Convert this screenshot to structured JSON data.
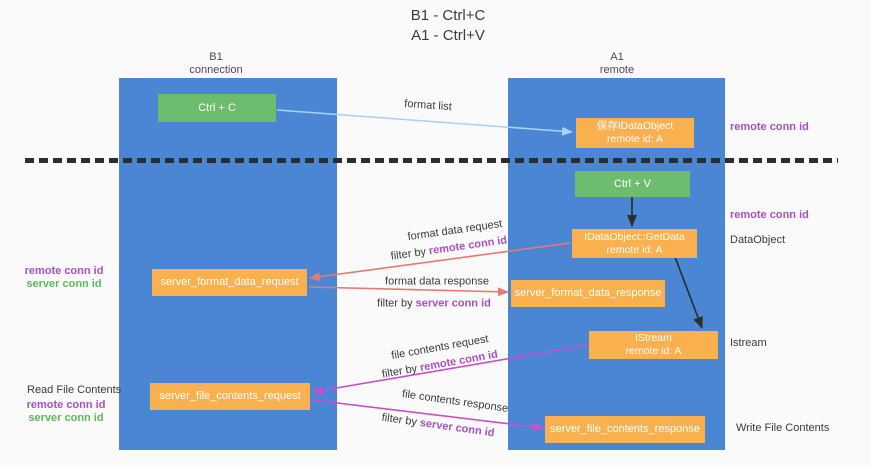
{
  "title": {
    "line1": "B1 - Ctrl+C",
    "line2": "A1 - Ctrl+V"
  },
  "columns": {
    "left": {
      "name": "B1",
      "role": "connection"
    },
    "right": {
      "name": "A1",
      "role": "remote"
    }
  },
  "boxes": {
    "ctrl_c": "Ctrl + C",
    "save_dataobject": {
      "line1": "保存IDataObject",
      "line2": "remote id: A"
    },
    "ctrl_v": "Ctrl + V",
    "getdata": {
      "line1": "IDataObject::GetData",
      "line2": "remote id: A"
    },
    "format_request": "server_format_data_request",
    "format_response": "server_format_data_response",
    "istream": {
      "line1": "IStream",
      "line2": "remote id: A"
    },
    "file_request": "server_file_contents_request",
    "file_response": "server_file_contents_response"
  },
  "side_labels": {
    "right_remote_conn_1": "remote conn id",
    "right_remote_conn_2": "remote conn id",
    "dataobject": "DataObject",
    "istream": "Istream",
    "write_file": "Write File Contents",
    "left_remote_conn_1": "remote conn id",
    "left_server_conn_1": "server conn id",
    "read_file": "Read File Contents",
    "left_remote_conn_2": "remote conn id",
    "left_server_conn_2": "server conn id"
  },
  "arrow_labels": {
    "format_list": "format list",
    "format_data_request": "format data request",
    "filter_remote_1": {
      "prefix": "filter by ",
      "highlight": "remote conn id"
    },
    "format_data_response": "format data response",
    "filter_server_1": {
      "prefix": "filter by ",
      "highlight": "server conn id"
    },
    "file_contents_request": "file contents request",
    "filter_remote_2": {
      "prefix": "filter by ",
      "highlight": "remote conn id"
    },
    "file_contents_response": "file contents response",
    "filter_server_2": {
      "prefix": "filter by ",
      "highlight": "server conn id"
    }
  },
  "colors": {
    "lifeline_blue": "#4b86d5",
    "action_green": "#6ebd6e",
    "message_orange": "#f9b04e",
    "arrow_light_blue": "#a8d3f2",
    "arrow_red": "#e8796f",
    "arrow_magenta": "#c94fc9",
    "arrow_black": "#2d2d2d",
    "text_purple": "#ab4fc4",
    "text_green": "#5cb85c"
  }
}
